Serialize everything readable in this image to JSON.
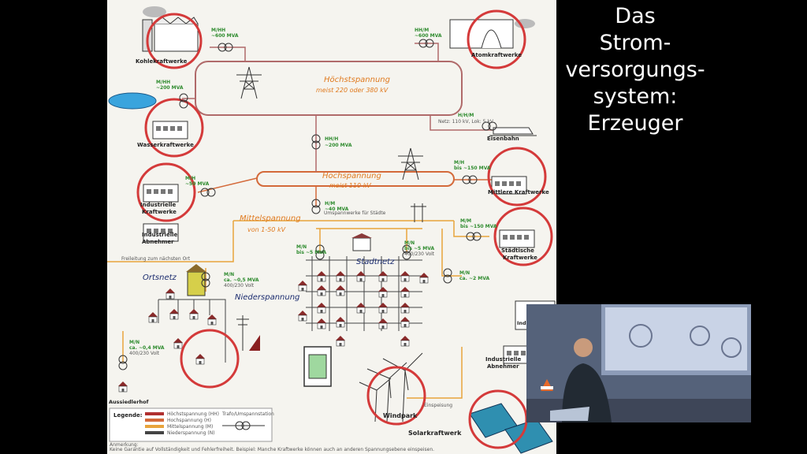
{
  "slide_title": [
    "Das",
    "Strom-",
    "versorgungs-",
    "system:",
    "Erzeuger"
  ],
  "levels": {
    "hoechst": {
      "name": "Höchstspannung",
      "range": "meist 220 oder 380 kV"
    },
    "hoch": {
      "name": "Hochspannung",
      "range": "meist 110 kV"
    },
    "mittel": {
      "name": "Mittelspannung",
      "range": "von 1-50 kV"
    },
    "nieder": {
      "name": "Niederspannung"
    }
  },
  "nodes": {
    "kohle": "Kohlekraftwerke",
    "atom": "Atomkraftwerke",
    "wasser": "Wasserkraftwerke",
    "eisenbahn": "Eisenbahn",
    "industrie_kw": [
      "Industrielle",
      "Kraftwerke"
    ],
    "mittlere": "Mittlere Kraftwerke",
    "industrie_abn": [
      "Industrielle",
      "Abnehmer"
    ],
    "staedtische": [
      "Städtische",
      "Kraftwerke"
    ],
    "ortsnetz": "Ortsnetz",
    "stadtnetz": "Stadtnetz",
    "aussiedlerhof": "Aussiedlerhof",
    "windpark": "Windpark",
    "solar": "Solarkraftwerk",
    "industrie_abn2": [
      "Industrielle",
      "Abnehmer"
    ],
    "industrie_abn3": "Industrie Abnehm"
  },
  "transformers": {
    "kohle": [
      "M/HH",
      "~600 MVA"
    ],
    "atom": [
      "HH/M",
      "~600 MVA"
    ],
    "wasser": [
      "M/HH",
      "~200 MVA"
    ],
    "hh_h": [
      "HH/H",
      "~200 MVA"
    ],
    "industrie": [
      "M/H",
      "~50 MVA"
    ],
    "mittlere": [
      "M/H",
      "bis ~150 MVA"
    ],
    "umspann": [
      "H/M",
      "~40 MVA"
    ],
    "staedt": [
      "M/M",
      "bis ~150 MVA"
    ],
    "stadt1": [
      "M/N",
      "bis ~5 MVA"
    ],
    "stadt2": [
      "M/N",
      "bis ~5 MVA",
      "400/230 Volt"
    ],
    "ort": [
      "M/N",
      "ca. ~0,5 MVA",
      "400/230 Volt"
    ],
    "m2": [
      "M/N",
      "ca. ~2 MVA"
    ],
    "hof": [
      "M/N",
      "ca. ~0,4 MVA",
      "400/230 Volt"
    ],
    "bahn": [
      "H/H/M",
      "Netz: 110 kV, Lok: 5 kV"
    ]
  },
  "notes": {
    "umspannwerke": "Umspannwerke für Städte",
    "freileitung": "Freileitung zum nächsten Ort",
    "einspeisung": "Einspeisung"
  },
  "legend": {
    "title": "Legende:",
    "items": [
      {
        "label": "Höchstspannung (HH)",
        "color": "#b03030"
      },
      {
        "label": "Hochspannung (H)",
        "color": "#d46a3a"
      },
      {
        "label": "Mittelspannung (M)",
        "color": "#e8a43c"
      },
      {
        "label": "Niederspannung (N)",
        "color": "#444444"
      }
    ],
    "trafo": "Trafo/Umspannstation"
  },
  "footer": {
    "line1": "Anmerkung:",
    "line2": "Keine Garantie auf Vollständigkeit und Fehlerfreiheit. Beispiel: Manche Kraftwerke können auch an anderen Spannungsebene einspeisen."
  },
  "colors": {
    "circle": "#d43a3a",
    "hh_line": "#b06a6a",
    "h_line": "#d46a3a",
    "m_line": "#e8a43c",
    "n_line": "#444444"
  }
}
